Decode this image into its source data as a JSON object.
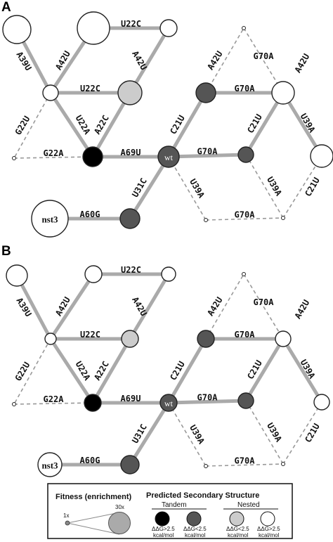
{
  "panels": [
    {
      "letter": "A",
      "edges": [
        {
          "label": "U22C"
        },
        {
          "label": "A39U"
        },
        {
          "label": "A42U"
        },
        {
          "label": "A42U"
        },
        {
          "label": "U22C"
        },
        {
          "label": "G22U"
        },
        {
          "label": "U22A"
        },
        {
          "label": "A22C"
        },
        {
          "label": "G22A"
        },
        {
          "label": "A69U"
        },
        {
          "label": "C21U"
        },
        {
          "label": "G70A"
        },
        {
          "label": "G70A"
        },
        {
          "label": "A42U"
        },
        {
          "label": "G70A"
        },
        {
          "label": "A42U"
        },
        {
          "label": "U39A"
        },
        {
          "label": "C21U"
        },
        {
          "label": "U31C"
        },
        {
          "label": "U39A"
        },
        {
          "label": "U39A"
        },
        {
          "label": "C21U"
        },
        {
          "label": "A60G"
        },
        {
          "label": "G70A"
        }
      ],
      "nodes": [
        {
          "label": "wt"
        },
        {
          "label": "nst3"
        }
      ]
    },
    {
      "letter": "B",
      "edges": [
        {
          "label": "U22C"
        },
        {
          "label": "A39U"
        },
        {
          "label": "A42U"
        },
        {
          "label": "A42U"
        },
        {
          "label": "U22C"
        },
        {
          "label": "G22U"
        },
        {
          "label": "U22A"
        },
        {
          "label": "A22C"
        },
        {
          "label": "G22A"
        },
        {
          "label": "A69U"
        },
        {
          "label": "C21U"
        },
        {
          "label": "G70A"
        },
        {
          "label": "G70A"
        },
        {
          "label": "A42U"
        },
        {
          "label": "G70A"
        },
        {
          "label": "A42U"
        },
        {
          "label": "U39A"
        },
        {
          "label": "C21U"
        },
        {
          "label": "U31C"
        },
        {
          "label": "U39A"
        },
        {
          "label": "U39A"
        },
        {
          "label": "C21U"
        },
        {
          "label": "A60G"
        },
        {
          "label": "G70A"
        }
      ],
      "nodes": [
        {
          "label": "wt"
        },
        {
          "label": "nst3"
        }
      ]
    }
  ],
  "legend": {
    "fitness_title": "Fitness (enrichment)",
    "fitness_min": "1x",
    "fitness_max": "30x",
    "structure_title": "Predicted Secondary Structure",
    "tandem": "Tandem",
    "nested": "Nested",
    "tandem_high": "ΔΔG>2.5",
    "tandem_low": "ΔΔG<2.5",
    "nested_low": "ΔΔG<2.5",
    "nested_high": "ΔΔG>2.5",
    "unit": "kcal/mol",
    "colors": {
      "tandem_high": "#000000",
      "tandem_low": "#555555",
      "nested_low": "#cccccc",
      "nested_high": "#ffffff"
    }
  }
}
